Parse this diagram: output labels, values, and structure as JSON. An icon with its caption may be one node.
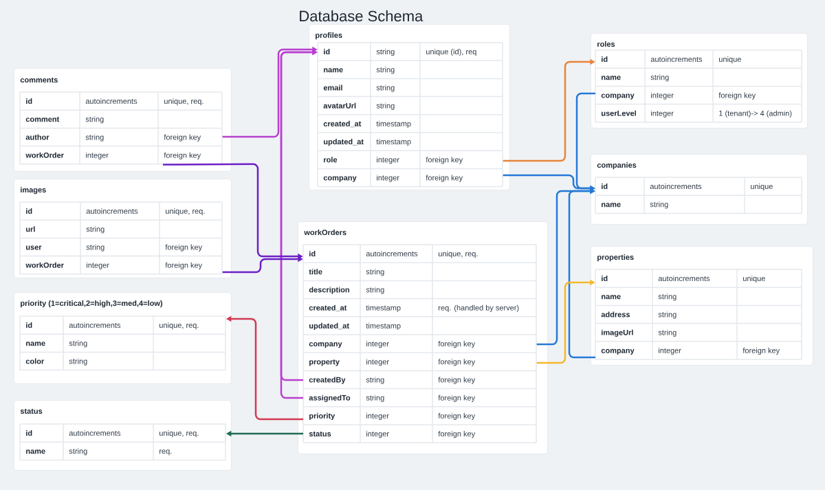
{
  "diagram": {
    "title": "Database Schema",
    "nodes": [
      {
        "text": [
          "comments"
        ]
      },
      {
        "text": [
          "id",
          "autoincrements",
          "unique, req."
        ],
        "in": 0
      },
      {
        "text": [
          "comment",
          "string"
        ],
        "in": 0
      },
      {
        "text": [
          "author",
          "string",
          "foreign key"
        ],
        "in": 0
      },
      {
        "text": [
          "workOrder",
          "integer",
          "foreign key"
        ],
        "in": 0
      },
      {
        "text": [
          "images"
        ]
      },
      {
        "text": [
          "id",
          "autoincrements",
          "unique, req."
        ],
        "in": 5
      },
      {
        "text": [
          "url",
          "string"
        ],
        "in": 5
      },
      {
        "text": [
          "user",
          "string",
          "foreign key"
        ],
        "in": 5
      },
      {
        "text": [
          "workOrder",
          "integer",
          "foreign key"
        ],
        "in": 5
      },
      {
        "text": [
          "priority (1=critical,2=high,3=med,4=low)"
        ]
      },
      {
        "text": [
          "id",
          "autoincrements",
          "unique, req."
        ],
        "in": 10
      },
      {
        "text": [
          "name",
          "string"
        ],
        "in": 10
      },
      {
        "text": [
          "color",
          "string"
        ],
        "in": 10
      },
      {
        "text": [
          "status"
        ]
      },
      {
        "text": [
          "id",
          "autoincrements",
          "unique, req."
        ],
        "in": 14
      },
      {
        "text": [
          "name",
          "string",
          "req."
        ],
        "in": 14
      },
      {
        "text": [
          "profiles"
        ]
      },
      {
        "text": [
          "id",
          "string",
          "unique (id), req"
        ],
        "in": 17
      },
      {
        "text": [
          "name",
          "string"
        ],
        "in": 17
      },
      {
        "text": [
          "email",
          "string"
        ],
        "in": 17
      },
      {
        "text": [
          "avatarUrl",
          "string"
        ],
        "in": 17
      },
      {
        "text": [
          "created_at",
          "timestamp"
        ],
        "in": 17
      },
      {
        "text": [
          "updated_at",
          "timestamp"
        ],
        "in": 17
      },
      {
        "text": [
          "role",
          "integer",
          "foreign key"
        ],
        "in": 17
      },
      {
        "text": [
          "company",
          "integer",
          "foreign key"
        ],
        "in": 17
      },
      {
        "text": [
          "workOrders"
        ]
      },
      {
        "text": [
          "id",
          "autoincrements",
          "unique, req."
        ],
        "in": 26
      },
      {
        "text": [
          "title",
          "string"
        ],
        "in": 26
      },
      {
        "text": [
          "description",
          "string"
        ],
        "in": 26
      },
      {
        "text": [
          "created_at",
          "timestamp",
          "req. (handled by server)"
        ],
        "in": 26
      },
      {
        "text": [
          "updated_at",
          "timestamp"
        ],
        "in": 26
      },
      {
        "text": [
          "company",
          "integer",
          "foreign key"
        ],
        "in": 26
      },
      {
        "text": [
          "property",
          "integer",
          "foreign key"
        ],
        "in": 26
      },
      {
        "text": [
          "createdBy",
          "string",
          "foreign key"
        ],
        "in": 26
      },
      {
        "text": [
          "assignedTo",
          "string",
          "foreign key"
        ],
        "in": 26
      },
      {
        "text": [
          "priority",
          "integer",
          "foreign key"
        ],
        "in": 26
      },
      {
        "text": [
          "status",
          "integer",
          "foreign key"
        ],
        "in": 26
      },
      {
        "text": [
          "roles"
        ]
      },
      {
        "text": [
          "id",
          "autoincrements",
          "unique"
        ],
        "in": 38
      },
      {
        "text": [
          "name",
          "string"
        ],
        "in": 38
      },
      {
        "text": [
          "company",
          "integer",
          "foreign key"
        ],
        "in": 38
      },
      {
        "text": [
          "userLevel",
          "integer",
          "1 (tenant)-> 4 (admin)"
        ],
        "in": 38
      },
      {
        "text": [
          "companies"
        ]
      },
      {
        "text": [
          "id",
          "autoincrements",
          "unique"
        ],
        "in": 43
      },
      {
        "text": [
          "name",
          "string"
        ],
        "in": 43
      },
      {
        "text": [
          "properties"
        ]
      },
      {
        "text": [
          "id",
          "autoincrements",
          "unique"
        ],
        "in": 46
      },
      {
        "text": [
          "name",
          "string"
        ],
        "in": 46
      },
      {
        "text": [
          "address",
          "string"
        ],
        "in": 46
      },
      {
        "text": [
          "imageUrl",
          "string"
        ],
        "in": 46
      },
      {
        "text": [
          "company",
          "integer",
          "foreign key"
        ],
        "in": 46
      }
    ],
    "edges": [
      {
        "from": 3,
        "to": 18,
        "arrow": "to",
        "color": "#b93fd0"
      },
      {
        "from": 34,
        "to": 18,
        "arrow": "to",
        "color": "#b93fd0"
      },
      {
        "from": 35,
        "to": 18,
        "arrow": "to",
        "color": "#b93fd0"
      },
      {
        "from": 4,
        "to": 27,
        "arrow": "to",
        "color": "#6d1fc6"
      },
      {
        "from": 9,
        "to": 27,
        "arrow": "to",
        "color": "#6d1fc6"
      },
      {
        "from": 36,
        "to": 11,
        "arrow": "to",
        "color": "#d23a52"
      },
      {
        "from": 37,
        "to": 15,
        "arrow": "to",
        "color": "#1f6b52"
      },
      {
        "from": 24,
        "to": 39,
        "arrow": "to",
        "color": "#e9833a"
      },
      {
        "from": 25,
        "to": 44,
        "arrow": "to"
      },
      {
        "from": 41,
        "to": 44,
        "arrow": "to"
      },
      {
        "from": 32,
        "to": 44,
        "arrow": "to"
      },
      {
        "from": 51,
        "to": 44,
        "arrow": "to"
      },
      {
        "from": 33,
        "to": 47,
        "arrow": "to",
        "color": "#f4b82c"
      }
    ]
  }
}
